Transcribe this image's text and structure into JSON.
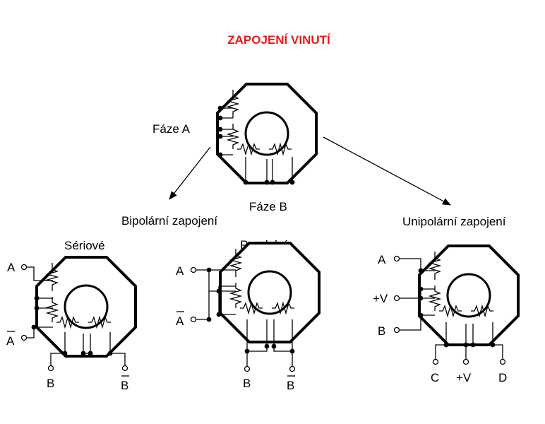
{
  "title": "ZAPOJENÍ VINUTÍ",
  "colors": {
    "title": "#e8191a",
    "ink": "#000000"
  },
  "top_motor": {
    "phase_a_label": "Fáze A",
    "phase_b_label": "Fáze B"
  },
  "branches": {
    "bipolar_label": "Bipolární zapojení",
    "unipolar_label": "Unipolární zapojení"
  },
  "serial": {
    "title": "Sériové",
    "a": "A",
    "a_bar": "A",
    "b": "B",
    "b_bar": "B"
  },
  "parallel": {
    "title": "Paralelní",
    "a": "A",
    "a_bar": "A",
    "b": "B",
    "b_bar": "B"
  },
  "unipolar": {
    "a": "A",
    "v_left": "+V",
    "b": "B",
    "c": "C",
    "v_bottom": "+V",
    "d": "D"
  }
}
